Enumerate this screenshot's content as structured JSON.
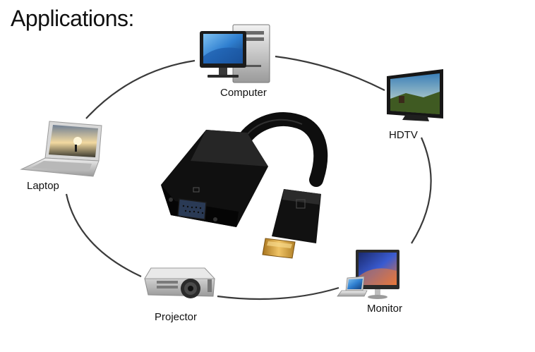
{
  "title": "Applications:",
  "devices": {
    "computer": "Computer",
    "hdtv": "HDTV",
    "laptop": "Laptop",
    "monitor": "Monitor",
    "projector": "Projector"
  },
  "colors": {
    "ring": "#3a3a3a",
    "adapter_body": "#111111",
    "connector_gold": "#d8a23a",
    "screen_blue": "#2f7fd0"
  },
  "icons": {
    "computer": "desktop-computer-icon",
    "hdtv": "television-icon",
    "laptop": "laptop-icon",
    "monitor": "monitor-icon",
    "projector": "projector-icon",
    "adapter": "displayport-to-vga-adapter-icon"
  }
}
